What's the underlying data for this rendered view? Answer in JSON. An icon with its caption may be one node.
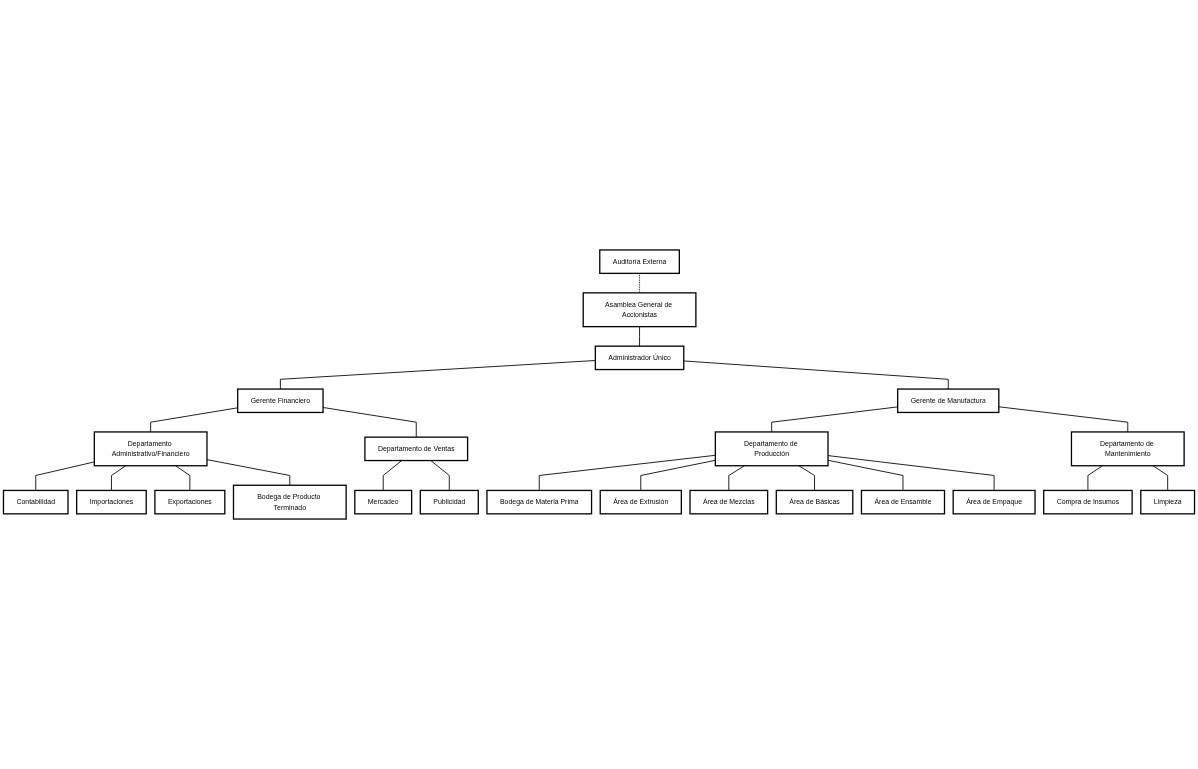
{
  "diagram": {
    "nodes": [
      {
        "text": [
          "Asamblea General de Accionistas"
        ]
      },
      {
        "text": [
          "Auditoría Externa"
        ]
      },
      {
        "text": [
          "Administrador Único"
        ]
      },
      {
        "text": [
          "Gerente Financiero"
        ]
      },
      {
        "text": [
          "Gerente de Manufactura"
        ]
      },
      {
        "text": [
          "Departamento Administrativo/Financiero"
        ]
      },
      {
        "text": [
          "Departamento de Ventas"
        ]
      },
      {
        "text": [
          "Departamento de Producción"
        ]
      },
      {
        "text": [
          "Departamento de Mantenimiento"
        ]
      },
      {
        "text": [
          "Contabilidad"
        ]
      },
      {
        "text": [
          "Importaciones"
        ]
      },
      {
        "text": [
          "Exportaciones"
        ]
      },
      {
        "text": [
          "Bodega de Producto Terminado"
        ]
      },
      {
        "text": [
          "Mercadeo"
        ]
      },
      {
        "text": [
          "Publicidad"
        ]
      },
      {
        "text": [
          "Bodega de Materia Prima"
        ]
      },
      {
        "text": [
          "Área de Extrusión"
        ]
      },
      {
        "text": [
          "Área de Mezclas"
        ]
      },
      {
        "text": [
          "Área de Básicas"
        ]
      },
      {
        "text": [
          "Área de Ensamble"
        ]
      },
      {
        "text": [
          "Área de Empaque"
        ]
      },
      {
        "text": [
          "Compra de Insumos"
        ]
      },
      {
        "text": [
          "Limpieza"
        ]
      }
    ],
    "edges": [
      {
        "from": 0,
        "to": 2,
        "arrow": "none"
      },
      {
        "from": 1,
        "to": 0,
        "arrow": "none",
        "style": "dashed"
      },
      {
        "from": 2,
        "to": 3,
        "arrow": "none"
      },
      {
        "from": 2,
        "to": 4,
        "arrow": "none"
      },
      {
        "from": 3,
        "to": 5,
        "arrow": "none"
      },
      {
        "from": 3,
        "to": 6,
        "arrow": "none"
      },
      {
        "from": 4,
        "to": 7,
        "arrow": "none"
      },
      {
        "from": 4,
        "to": 8,
        "arrow": "none"
      },
      {
        "from": 5,
        "to": 9,
        "arrow": "none"
      },
      {
        "from": 5,
        "to": 10,
        "arrow": "none"
      },
      {
        "from": 5,
        "to": 11,
        "arrow": "none"
      },
      {
        "from": 5,
        "to": 12,
        "arrow": "none"
      },
      {
        "from": 6,
        "to": 13,
        "arrow": "none"
      },
      {
        "from": 6,
        "to": 14,
        "arrow": "none"
      },
      {
        "from": 7,
        "to": 15,
        "arrow": "none"
      },
      {
        "from": 7,
        "to": 16,
        "arrow": "none"
      },
      {
        "from": 7,
        "to": 17,
        "arrow": "none"
      },
      {
        "from": 7,
        "to": 18,
        "arrow": "none"
      },
      {
        "from": 7,
        "to": 19,
        "arrow": "none"
      },
      {
        "from": 7,
        "to": 20,
        "arrow": "none"
      },
      {
        "from": 8,
        "to": 21,
        "arrow": "none"
      },
      {
        "from": 8,
        "to": 22,
        "arrow": "none"
      }
    ]
  }
}
